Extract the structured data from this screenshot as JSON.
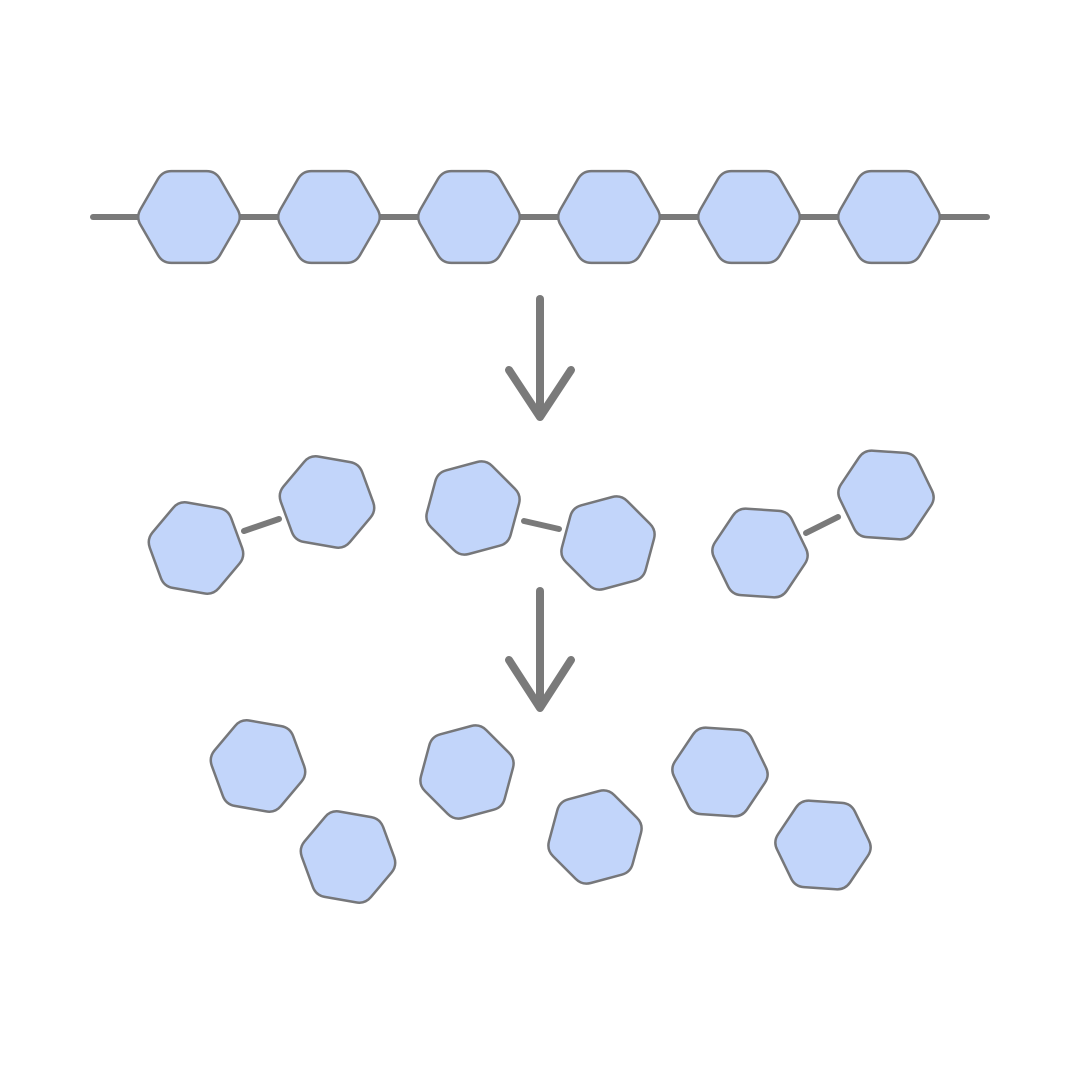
{
  "diagram": {
    "kind": "hydrolysis of a polymer chain",
    "stages": [
      {
        "name": "polymer",
        "monomers": 6,
        "linked": true
      },
      {
        "name": "dimers",
        "groups": 3,
        "monomers_per_group": 2
      },
      {
        "name": "monomers",
        "monomers": 6,
        "linked": false
      }
    ],
    "arrows": 2,
    "colors": {
      "monomer_fill": "#c2d5fa",
      "monomer_stroke": "#76777a",
      "bond": "#7a7a7a",
      "background": "#ffffff"
    },
    "icons": [
      "hexagon-monomer",
      "down-arrow"
    ]
  }
}
